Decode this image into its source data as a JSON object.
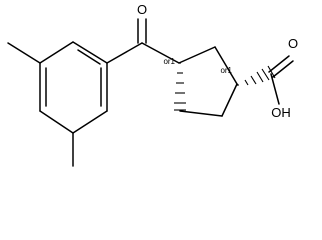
{
  "molecule": {
    "atom_labels": {
      "ketone_oxygen": "O",
      "acid_oxygen": "O",
      "hydroxyl": "OH"
    },
    "stereo_labels": {
      "c3": "or1",
      "c1": "or1"
    }
  }
}
